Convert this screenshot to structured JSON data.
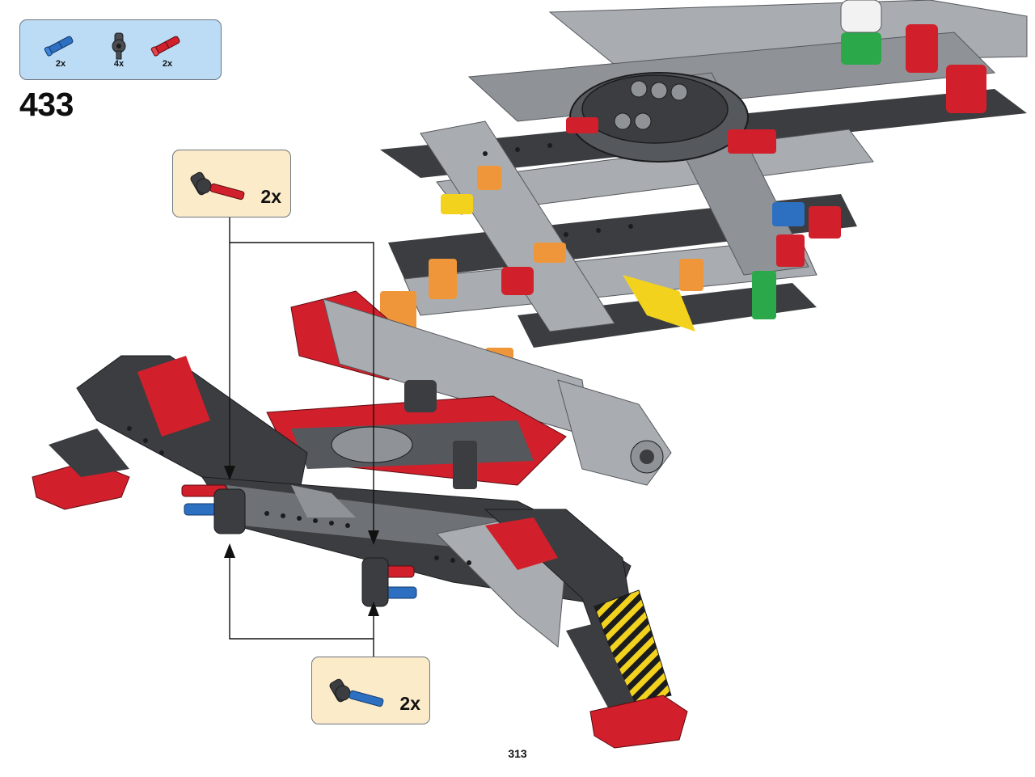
{
  "step": {
    "number": "433",
    "page_number": "313"
  },
  "parts_list": [
    {
      "name": "blue-axle-pin",
      "qty": "2x",
      "color": "#2d6fc0"
    },
    {
      "name": "dark-gray-pin-connector",
      "qty": "4x",
      "color": "#4a4d52"
    },
    {
      "name": "red-axle-pin",
      "qty": "2x",
      "color": "#d1202b"
    }
  ],
  "callouts": [
    {
      "id": "top",
      "multiplier": "2x",
      "part_color": "#d1202b"
    },
    {
      "id": "bottom",
      "multiplier": "2x",
      "part_color": "#2d6fc0"
    }
  ],
  "colors": {
    "parts_panel": "#bcdcf5",
    "callout_panel": "#fcebc9",
    "dark_gray": "#3b3d40",
    "light_gray": "#a9adb1",
    "red": "#d1202b",
    "blue": "#2d6fc0",
    "orange": "#f0963a",
    "yellow": "#f3d21e",
    "green": "#2aa84a"
  }
}
